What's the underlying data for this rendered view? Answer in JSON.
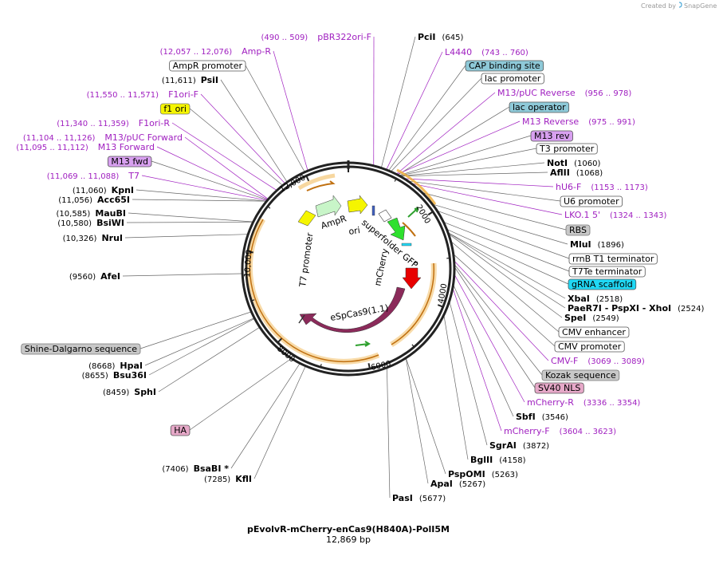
{
  "credit": {
    "prefix": "Created by",
    "brand": "SnapGene"
  },
  "map": {
    "name": "pEvolvR-mCherry-enCas9(H840A)-PolI5M",
    "size_label": "12,869 bp",
    "length_bp": 12869,
    "tick_labels": [
      "2000",
      "4000",
      "6000",
      "8000",
      "10,000",
      "12,000"
    ]
  },
  "colors": {
    "primer": "#a020c0",
    "cas9": "#8b2a5a",
    "yellow": "#f5f500",
    "green": "#2ee02e",
    "mcherry_red": "#e80000",
    "light_green": "#c8f5c8",
    "orange_highlight": "#f0b040",
    "box_blue": "#8ec9d8",
    "box_pink": "#e6a8c8",
    "box_gray": "#c8c8c8",
    "box_violet": "#d8a0f0",
    "box_yellow": "#f5f500",
    "box_cyan": "#20d8f5"
  },
  "features": [
    {
      "label": "superfolder GFP"
    },
    {
      "label": "mCherry"
    },
    {
      "label": "eSpCas9(1.1)"
    },
    {
      "label": "T7 promoter"
    },
    {
      "label": "AmpR"
    },
    {
      "label": "ori"
    }
  ],
  "right_labels": [
    {
      "kind": "enzyme",
      "name": "PciI",
      "pos": "(645)"
    },
    {
      "kind": "primer",
      "name": "L4440",
      "pos": "(743 .. 760)"
    },
    {
      "kind": "box",
      "style": "blue",
      "name": "CAP binding site"
    },
    {
      "kind": "box",
      "style": "white",
      "name": "lac promoter"
    },
    {
      "kind": "primer",
      "name": "M13/pUC Reverse",
      "pos": "(956 .. 978)"
    },
    {
      "kind": "box",
      "style": "blue",
      "name": "lac operator"
    },
    {
      "kind": "primer",
      "name": "M13 Reverse",
      "pos": "(975 .. 991)"
    },
    {
      "kind": "box",
      "style": "violet",
      "name": "M13 rev"
    },
    {
      "kind": "box",
      "style": "white",
      "name": "T3 promoter"
    },
    {
      "kind": "enzyme",
      "name": "NotI",
      "pos": "(1060)"
    },
    {
      "kind": "enzyme",
      "name": "AflII",
      "pos": "(1068)"
    },
    {
      "kind": "primer",
      "name": "hU6-F",
      "pos": "(1153 .. 1173)"
    },
    {
      "kind": "box",
      "style": "white",
      "name": "U6 promoter"
    },
    {
      "kind": "primer",
      "name": "LKO.1 5'",
      "pos": "(1324 .. 1343)"
    },
    {
      "kind": "box",
      "style": "gray",
      "name": "RBS"
    },
    {
      "kind": "enzyme",
      "name": "MluI",
      "pos": "(1896)"
    },
    {
      "kind": "box",
      "style": "white",
      "name": "rrnB T1 terminator"
    },
    {
      "kind": "box",
      "style": "white",
      "name": "T7Te terminator"
    },
    {
      "kind": "box",
      "style": "cyan",
      "name": "gRNA scaffold"
    },
    {
      "kind": "enzyme",
      "name": "XbaI",
      "pos": "(2518)"
    },
    {
      "kind": "enzyme",
      "name": "PaeR7I - PspXI - XhoI",
      "pos": "(2524)"
    },
    {
      "kind": "enzyme",
      "name": "SpeI",
      "pos": "(2549)"
    },
    {
      "kind": "box",
      "style": "white",
      "name": "CMV enhancer"
    },
    {
      "kind": "box",
      "style": "white",
      "name": "CMV promoter"
    },
    {
      "kind": "primer",
      "name": "CMV-F",
      "pos": "(3069 .. 3089)"
    },
    {
      "kind": "box",
      "style": "gray",
      "name": "Kozak sequence"
    },
    {
      "kind": "box",
      "style": "pink",
      "name": "SV40 NLS"
    },
    {
      "kind": "primer",
      "name": "mCherry-R",
      "pos": "(3336 .. 3354)"
    },
    {
      "kind": "enzyme",
      "name": "SbfI",
      "pos": "(3546)"
    },
    {
      "kind": "primer",
      "name": "mCherry-F",
      "pos": "(3604 .. 3623)"
    },
    {
      "kind": "enzyme",
      "name": "SgrAI",
      "pos": "(3872)"
    },
    {
      "kind": "enzyme",
      "name": "BglII",
      "pos": "(4158)"
    },
    {
      "kind": "enzyme",
      "name": "PspOMI",
      "pos": "(5263)"
    },
    {
      "kind": "enzyme",
      "name": "ApaI",
      "pos": "(5267)"
    },
    {
      "kind": "enzyme",
      "name": "PasI",
      "pos": "(5677)"
    }
  ],
  "left_labels": [
    {
      "kind": "primer",
      "name": "pBR322ori-F",
      "pos": "(490 .. 509)"
    },
    {
      "kind": "primer",
      "name": "Amp-R",
      "pos": "(12,057 .. 12,076)"
    },
    {
      "kind": "box",
      "style": "white",
      "name": "AmpR promoter"
    },
    {
      "kind": "enzyme",
      "name": "PsiI",
      "pos": "(11,611)"
    },
    {
      "kind": "primer",
      "name": "F1ori-F",
      "pos": "(11,550 .. 11,571)"
    },
    {
      "kind": "box",
      "style": "yellow",
      "name": "f1 ori"
    },
    {
      "kind": "primer",
      "name": "F1ori-R",
      "pos": "(11,340 .. 11,359)"
    },
    {
      "kind": "primer",
      "name": "M13/pUC Forward",
      "pos": "(11,104 .. 11,126)"
    },
    {
      "kind": "primer",
      "name": "M13 Forward",
      "pos": "(11,095 .. 11,112)"
    },
    {
      "kind": "box",
      "style": "violet",
      "name": "M13 fwd"
    },
    {
      "kind": "primer",
      "name": "T7",
      "pos": "(11,069 .. 11,088)"
    },
    {
      "kind": "enzyme",
      "name": "KpnI",
      "pos": "(11,060)"
    },
    {
      "kind": "enzyme",
      "name": "Acc65I",
      "pos": "(11,056)"
    },
    {
      "kind": "enzyme",
      "name": "MauBI",
      "pos": "(10,585)"
    },
    {
      "kind": "enzyme",
      "name": "BsiWI",
      "pos": "(10,580)"
    },
    {
      "kind": "enzyme",
      "name": "NruI",
      "pos": "(10,326)"
    },
    {
      "kind": "enzyme",
      "name": "AfeI",
      "pos": "(9560)"
    },
    {
      "kind": "box",
      "style": "gray",
      "name": "Shine-Dalgarno sequence"
    },
    {
      "kind": "enzyme",
      "name": "HpaI",
      "pos": "(8668)"
    },
    {
      "kind": "enzyme",
      "name": "Bsu36I",
      "pos": "(8655)"
    },
    {
      "kind": "enzyme",
      "name": "SphI",
      "pos": "(8459)"
    },
    {
      "kind": "box",
      "style": "pink",
      "name": "HA"
    },
    {
      "kind": "enzyme",
      "name": "BsaBI *",
      "pos": "(7406)"
    },
    {
      "kind": "enzyme",
      "name": "KflI",
      "pos": "(7285)"
    }
  ]
}
